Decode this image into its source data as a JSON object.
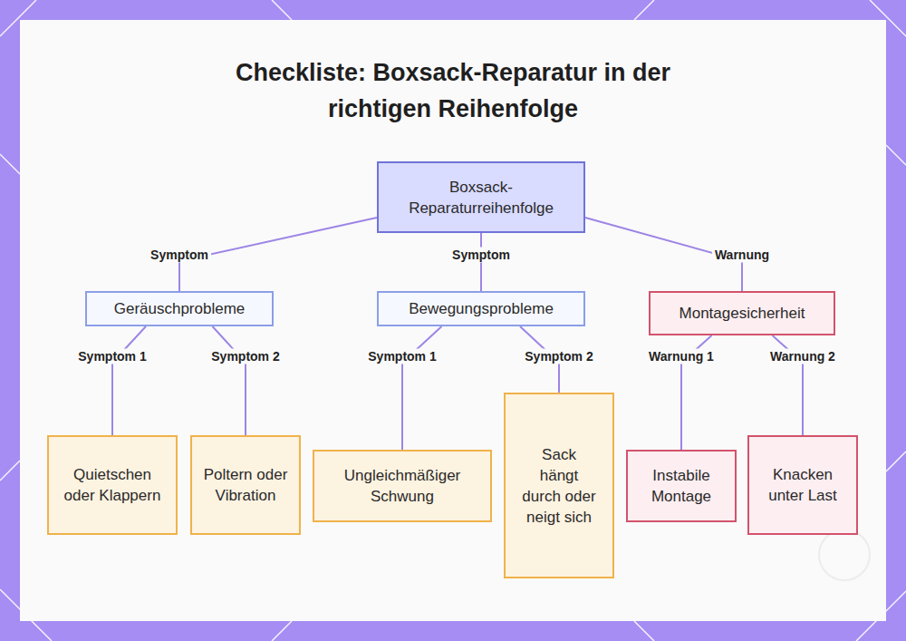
{
  "diagram": {
    "title": "Checkliste: Boxsack-Reparatur in der richtigen Reihenfolge",
    "nodes": [
      {
        "text": [
          "Boxsack-Reparaturreihenfolge"
        ]
      },
      {
        "text": [
          "Geräuschprobleme"
        ]
      },
      {
        "text": [
          "Bewegungsprobleme"
        ]
      },
      {
        "text": [
          "Montagesicherheit"
        ]
      },
      {
        "text": [
          "Quietschen oder Klappern"
        ]
      },
      {
        "text": [
          "Poltern oder Vibration"
        ]
      },
      {
        "text": [
          "Ungleichmäßiger Schwung"
        ]
      },
      {
        "text": [
          "Sack hängt durch oder neigt sich"
        ]
      },
      {
        "text": [
          "Instabile Montage"
        ]
      },
      {
        "text": [
          "Knacken unter Last"
        ]
      }
    ],
    "edges": [
      {
        "from": 0,
        "to": 1,
        "label": "Symptom",
        "arrow": "none"
      },
      {
        "from": 0,
        "to": 2,
        "label": "Symptom",
        "arrow": "none"
      },
      {
        "from": 0,
        "to": 3,
        "label": "Warnung",
        "arrow": "none"
      },
      {
        "from": 1,
        "to": 4,
        "label": "Symptom 1",
        "arrow": "none"
      },
      {
        "from": 1,
        "to": 5,
        "label": "Symptom 2",
        "arrow": "none"
      },
      {
        "from": 2,
        "to": 6,
        "label": "Symptom 1",
        "arrow": "none"
      },
      {
        "from": 2,
        "to": 7,
        "label": "Symptom 2",
        "arrow": "none"
      },
      {
        "from": 3,
        "to": 8,
        "label": "Warnung 1",
        "arrow": "none"
      },
      {
        "from": 3,
        "to": 9,
        "label": "Warnung 2",
        "arrow": "none"
      }
    ]
  }
}
